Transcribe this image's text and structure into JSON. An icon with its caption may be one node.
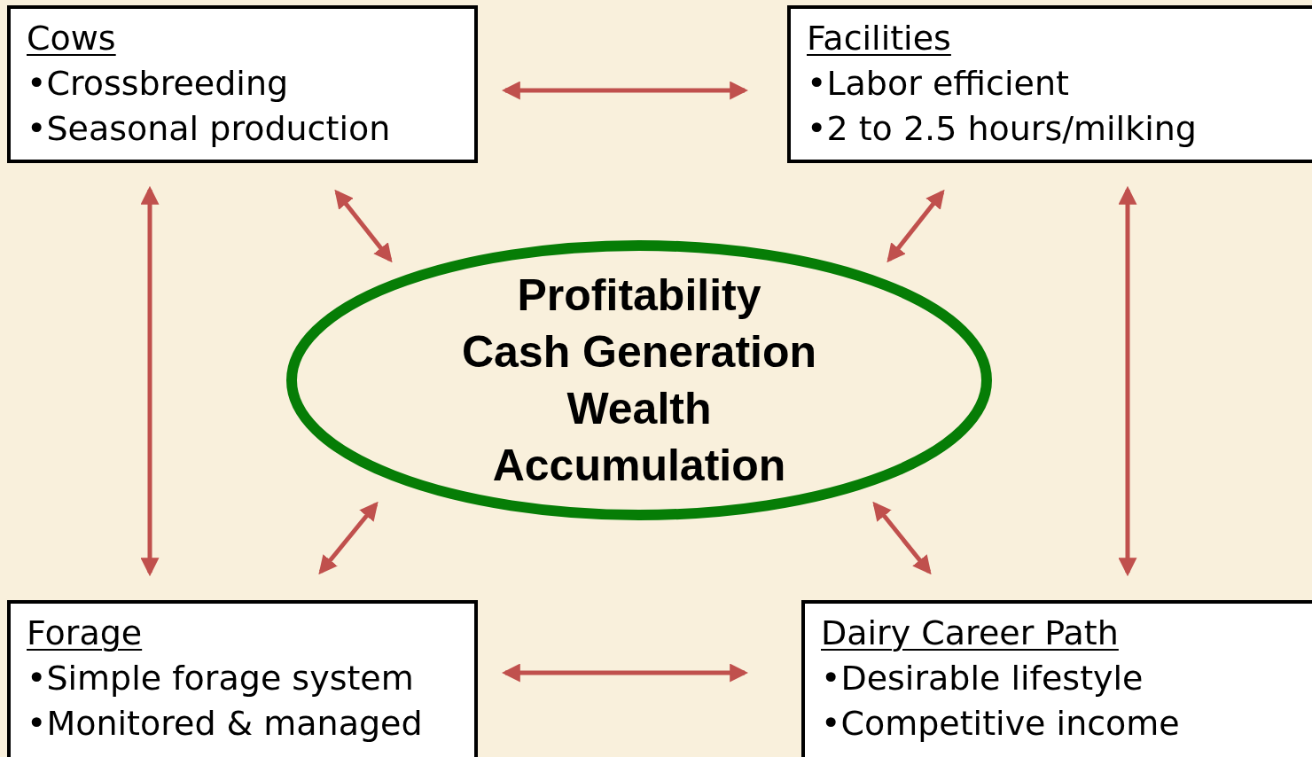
{
  "diagram": {
    "nodes": [
      {
        "text": [
          "Cows",
          "•Crossbreeding",
          "•Seasonal production"
        ]
      },
      {
        "text": [
          "Facilities",
          "•Labor efficient",
          "•2 to 2.5 hours/milking"
        ]
      },
      {
        "text": [
          "Profitability",
          "Cash Generation",
          "Wealth Accumulation"
        ]
      },
      {
        "text": [
          "Forage",
          "•Simple forage system",
          "•Monitored & managed"
        ]
      },
      {
        "text": [
          "Dairy Career Path",
          "•Desirable lifestyle",
          "•Competitive income"
        ]
      }
    ],
    "edges": [
      {
        "from": 0,
        "to": 1,
        "arrow": "both"
      },
      {
        "from": 0,
        "to": 2,
        "arrow": "both"
      },
      {
        "from": 1,
        "to": 2,
        "arrow": "both"
      },
      {
        "from": 0,
        "to": 3,
        "arrow": "both"
      },
      {
        "from": 1,
        "to": 4,
        "arrow": "both"
      },
      {
        "from": 3,
        "to": 2,
        "arrow": "both"
      },
      {
        "from": 4,
        "to": 2,
        "arrow": "both"
      },
      {
        "from": 3,
        "to": 4,
        "arrow": "both"
      }
    ]
  }
}
